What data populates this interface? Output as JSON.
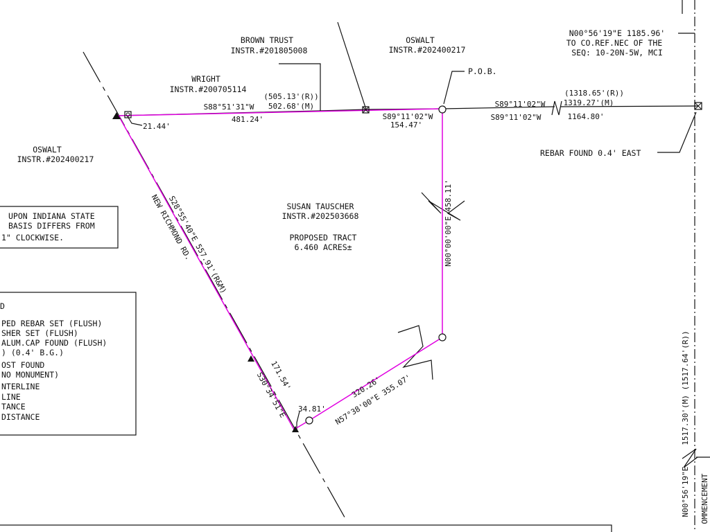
{
  "colors": {
    "ink": "#111111",
    "tract_line": "#e000e0",
    "paper": "#ffffff"
  },
  "parcels": {
    "brown_trust": {
      "name": "BROWN TRUST",
      "instr": "INSTR.#201805008"
    },
    "oswalt_north": {
      "name": "OSWALT",
      "instr": "INSTR.#202400217"
    },
    "wright": {
      "name": "WRIGHT",
      "instr": "INSTR.#200705114"
    },
    "oswalt_west": {
      "name": "OSWALT",
      "instr": "INSTR.#202400217"
    },
    "tauscher": {
      "name": "SUSAN TAUSCHER",
      "instr": "INSTR.#202503668"
    }
  },
  "tract": {
    "title": "PROPOSED TRACT",
    "area": "6.460 ACRES±"
  },
  "road": {
    "name": "NEW RICHMOND RD."
  },
  "reference": {
    "bearing": "N00°56'19\"E 1185.96'",
    "line2": "TO CO.REF.NEC OF THE",
    "line3": "SEQ: 10-20N-5W, MCI"
  },
  "pob": "P.O.B.",
  "rebar_note": "REBAR FOUND 0.4' EAST",
  "calls": {
    "north_deed_rec": "(505.13'(R))",
    "north_deed_meas": "502.68'(M)",
    "north_bearing": "S88°51'31\"W",
    "north_tract_dist": "481.24'",
    "corner_offset": "21.44'",
    "north_east_bearing": "S89°11'02\"W",
    "north_east_dist": "154.47'",
    "east_line_bearing_1": "S89°11'02\"W",
    "east_line_bearing_2": "S89°11'02\"W",
    "east_rec": "(1318.65'(R))",
    "east_meas": "1319.27'(M)",
    "east_dist": "1164.80'",
    "road_call": "S28°55'40\"E  557.91'(R&M)",
    "east_side": "N00°00'00\"E 458.11'",
    "south_dist": "320.26'",
    "south_call": "N57°38'00\"E 355.07'",
    "road_south": "S30°34'51\"E",
    "road_south_dist": "171.54'",
    "small_dist": "34.81'",
    "east_boundary_rec": "1517.30'(M) (1517.64'(R))",
    "east_boundary_bearing": "N00°56'19\"E"
  },
  "basis_note": [
    "UPON INDIANA STATE",
    "BASIS DIFFERS FROM",
    "1\" CLOCKWISE."
  ],
  "legend": [
    "D",
    "PED REBAR SET (FLUSH)",
    "SHER SET (FLUSH)",
    "ALUM.CAP FOUND (FLUSH)",
    ") (0.4' B.G.)",
    "OST FOUND",
    "NO MONUMENT)",
    "NTERLINE",
    " LINE",
    "TANCE",
    "DISTANCE"
  ],
  "east_edge_text": "OMMENCEMENT"
}
